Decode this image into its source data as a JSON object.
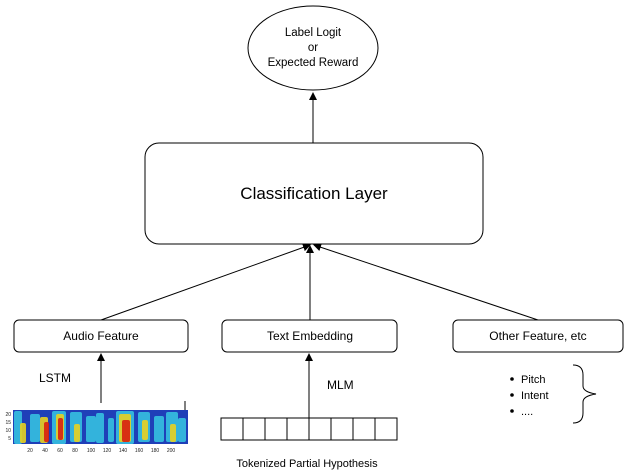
{
  "output_node": {
    "lines": [
      "Label Logit",
      "or",
      "Expected Reward"
    ]
  },
  "classification_layer": {
    "label": "Classification Layer"
  },
  "features": {
    "audio": "Audio Feature",
    "text": "Text Embedding",
    "other": "Other Feature, etc"
  },
  "edge_labels": {
    "lstm": "LSTM",
    "mlm": "MLM"
  },
  "token_caption": "Tokenized Partial Hypothesis",
  "token_count": 8,
  "other_feature_list": [
    "Pitch",
    "Intent",
    "...."
  ],
  "spectrogram": {
    "y_ticks": [
      "20",
      "15",
      "10",
      "5"
    ],
    "x_ticks": [
      "20",
      "40",
      "60",
      "80",
      "100",
      "120",
      "140",
      "160",
      "180",
      "200"
    ]
  },
  "colors": {
    "stroke": "#000000",
    "background": "#ffffff",
    "spectrogram_low": "#1f3fb8",
    "spectrogram_mid": "#35c0e0",
    "spectrogram_high": "#e8d020",
    "spectrogram_peak": "#d82010"
  }
}
